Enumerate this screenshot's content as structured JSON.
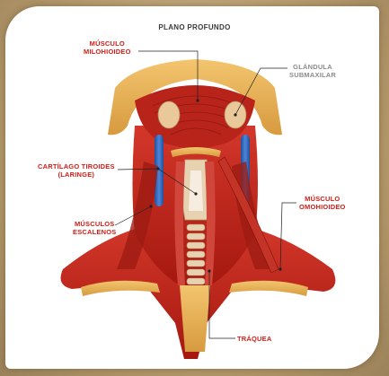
{
  "diagram": {
    "title": "PLANO PROFUNDO",
    "labels": {
      "milohioideo_line1": "MÚSCULO",
      "milohioideo_line2": "MILOHIOIDEO",
      "submaxilar_line1": "GLÁNDULA",
      "submaxilar_line2": "SUBMAXILAR",
      "tiroides_line1": "CARTÍLAGO TIROIDES",
      "tiroides_line2": "(LARINGE)",
      "omohioideo_line1": "MÚSCULO",
      "omohioideo_line2": "OMOHIOIDEO",
      "escalenos_line1": "MÚSCULOS",
      "escalenos_line2": "ESCALENOS",
      "traquea": "TRÁQUEA"
    },
    "colors": {
      "muscle": "#c8291d",
      "muscle_dark": "#8e1610",
      "bone": "#e8b35a",
      "cartilage": "#e6d2b0",
      "vein": "#2b5fb8",
      "label": "#d21d16",
      "frame": "#b49a6c"
    }
  }
}
